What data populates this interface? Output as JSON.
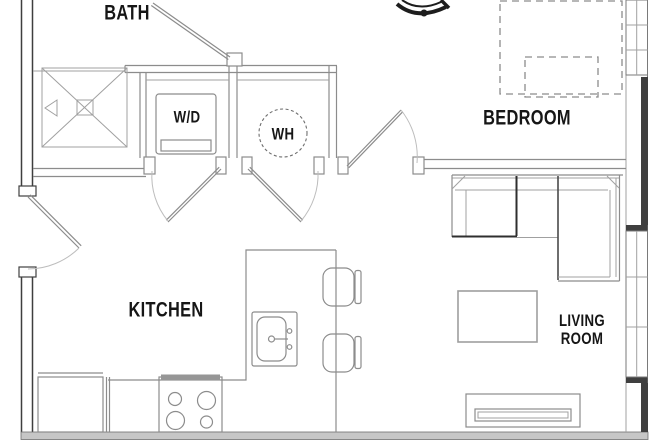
{
  "floorplan": {
    "labels": {
      "bath": "BATH",
      "washer_dryer": "W/D",
      "water_heater": "WH",
      "bedroom": "BEDROOM",
      "kitchen": "KITCHEN",
      "living_room": "LIVING ROOM"
    },
    "fixtures": [
      "shower-stall",
      "washer-dryer-unit",
      "water-heater-tank",
      "bed-dashed-outline",
      "ceiling-fixture-cropped",
      "sectional-sofa",
      "coffee-table",
      "tv-console",
      "refrigerator",
      "stove-cooktop",
      "kitchen-sink",
      "bar-stools",
      "entry-door",
      "bath-door",
      "wd-closet-door",
      "wh-closet-door",
      "bedroom-door",
      "bedroom-window",
      "living-room-window"
    ],
    "colors": {
      "line": "#8c8c8c",
      "wall_dark": "#3f3f3f",
      "wall_fill": "#c6c6c6",
      "arc": "#bdbdbd",
      "text": "#161616",
      "background": "#ffffff"
    }
  }
}
